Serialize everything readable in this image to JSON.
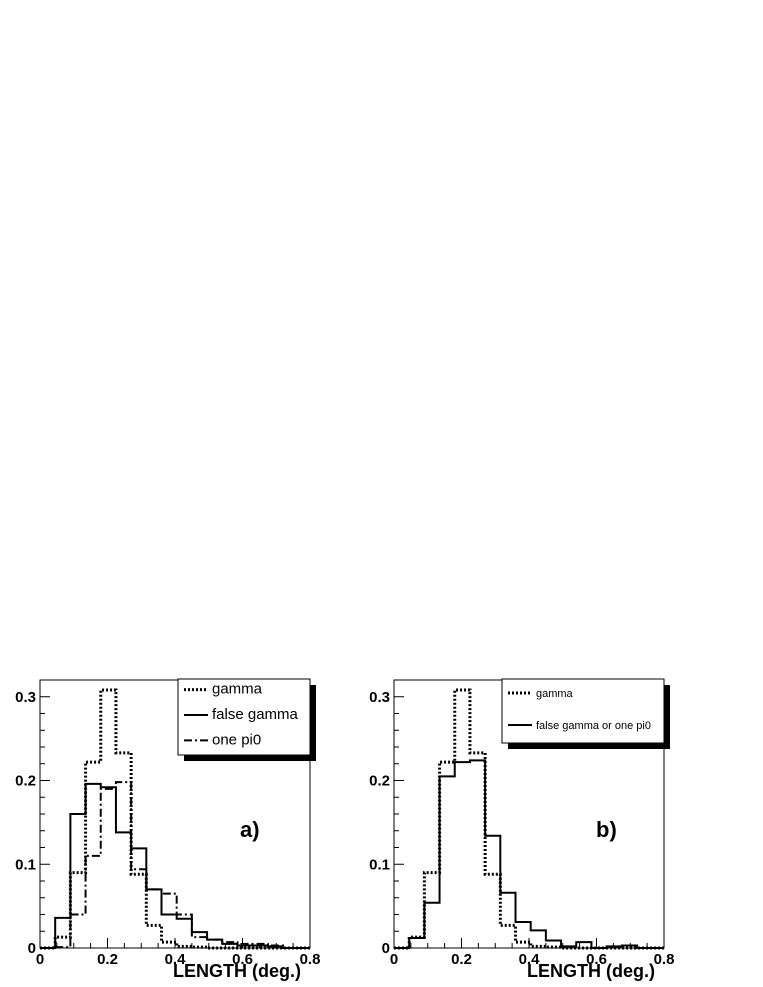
{
  "chart_data": [
    {
      "type": "line",
      "panel_label": "a)",
      "xlabel": "LENGTH (deg.)",
      "ylabel": "",
      "xlim": [
        0,
        0.8
      ],
      "ylim": [
        0,
        0.32
      ],
      "x_ticks": [
        "0",
        "0.2",
        "0.4",
        "0.6",
        "0.8"
      ],
      "y_ticks": [
        "0",
        "0.1",
        "0.2",
        "0.3"
      ],
      "legend_position": "top-right",
      "bin_edges": [
        0.0,
        0.045,
        0.09,
        0.135,
        0.18,
        0.225,
        0.27,
        0.315,
        0.36,
        0.405,
        0.45,
        0.495,
        0.54,
        0.585,
        0.63,
        0.675,
        0.72,
        0.765,
        0.8
      ],
      "series": [
        {
          "name": "gamma",
          "style": "dotted",
          "values": [
            0.0,
            0.013,
            0.09,
            0.222,
            0.308,
            0.233,
            0.088,
            0.027,
            0.007,
            0.002,
            0.001,
            0.0,
            0.0,
            0.0,
            0.0,
            0.0,
            0.0,
            0.0
          ]
        },
        {
          "name": "false gamma",
          "style": "solid",
          "values": [
            0.0,
            0.036,
            0.16,
            0.196,
            0.192,
            0.138,
            0.119,
            0.07,
            0.04,
            0.035,
            0.019,
            0.01,
            0.005,
            0.003,
            0.003,
            0.002,
            0.0,
            0.0
          ]
        },
        {
          "name": "one pi0",
          "style": "dashdot",
          "values": [
            0.0,
            0.001,
            0.04,
            0.11,
            0.19,
            0.198,
            0.094,
            0.07,
            0.065,
            0.04,
            0.013,
            0.01,
            0.007,
            0.005,
            0.005,
            0.003,
            0.0,
            0.0
          ]
        }
      ]
    },
    {
      "type": "line",
      "panel_label": "b)",
      "xlabel": "LENGTH (deg.)",
      "ylabel": "",
      "xlim": [
        0,
        0.8
      ],
      "ylim": [
        0,
        0.32
      ],
      "x_ticks": [
        "0",
        "0.2",
        "0.4",
        "0.6",
        "0.8"
      ],
      "y_ticks": [
        "0",
        "0.1",
        "0.2",
        "0.3"
      ],
      "legend_position": "top-right",
      "bin_edges": [
        0.0,
        0.045,
        0.09,
        0.135,
        0.18,
        0.225,
        0.27,
        0.315,
        0.36,
        0.405,
        0.45,
        0.495,
        0.54,
        0.585,
        0.63,
        0.675,
        0.72,
        0.765,
        0.8
      ],
      "series": [
        {
          "name": "gamma",
          "style": "dotted",
          "values": [
            0.0,
            0.013,
            0.09,
            0.222,
            0.308,
            0.233,
            0.088,
            0.027,
            0.007,
            0.002,
            0.001,
            0.0,
            0.0,
            0.0,
            0.0,
            0.0,
            0.0,
            0.0
          ]
        },
        {
          "name": "false gamma or one pi0",
          "style": "solid",
          "values": [
            0.0,
            0.012,
            0.054,
            0.205,
            0.222,
            0.224,
            0.134,
            0.066,
            0.031,
            0.021,
            0.009,
            0.002,
            0.007,
            0.0,
            0.002,
            0.003,
            0.0,
            0.0
          ]
        }
      ]
    }
  ]
}
